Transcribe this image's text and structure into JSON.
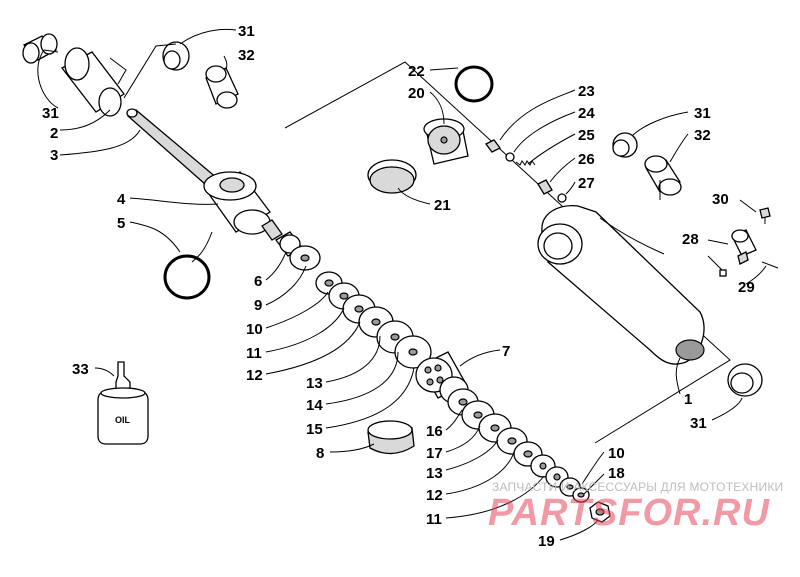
{
  "diagram": {
    "callouts": {
      "c1": "1",
      "c2": "2",
      "c3": "3",
      "c4": "4",
      "c5": "5",
      "c6": "6",
      "c7": "7",
      "c8": "8",
      "c9": "9",
      "c10a": "10",
      "c10b": "10",
      "c11a": "11",
      "c11b": "11",
      "c12a": "12",
      "c12b": "12",
      "c13a": "13",
      "c13b": "13",
      "c14": "14",
      "c15": "15",
      "c16": "16",
      "c17": "17",
      "c18": "18",
      "c19": "19",
      "c20": "20",
      "c21": "21",
      "c22": "22",
      "c23": "23",
      "c24": "24",
      "c25": "25",
      "c26": "26",
      "c27": "27",
      "c28": "28",
      "c29": "29",
      "c30": "30",
      "c31a": "31",
      "c31b": "31",
      "c31c": "31",
      "c31d": "31",
      "c32a": "32",
      "c32b": "32",
      "c33": "33"
    },
    "oil_label": "OIL"
  },
  "watermark": {
    "top_text": "ЗАПЧАСТИ И АКСЕССУАРЫ ДЛЯ МОТОТЕХНИКИ",
    "brand_text": "PARTSFOR.RU"
  }
}
